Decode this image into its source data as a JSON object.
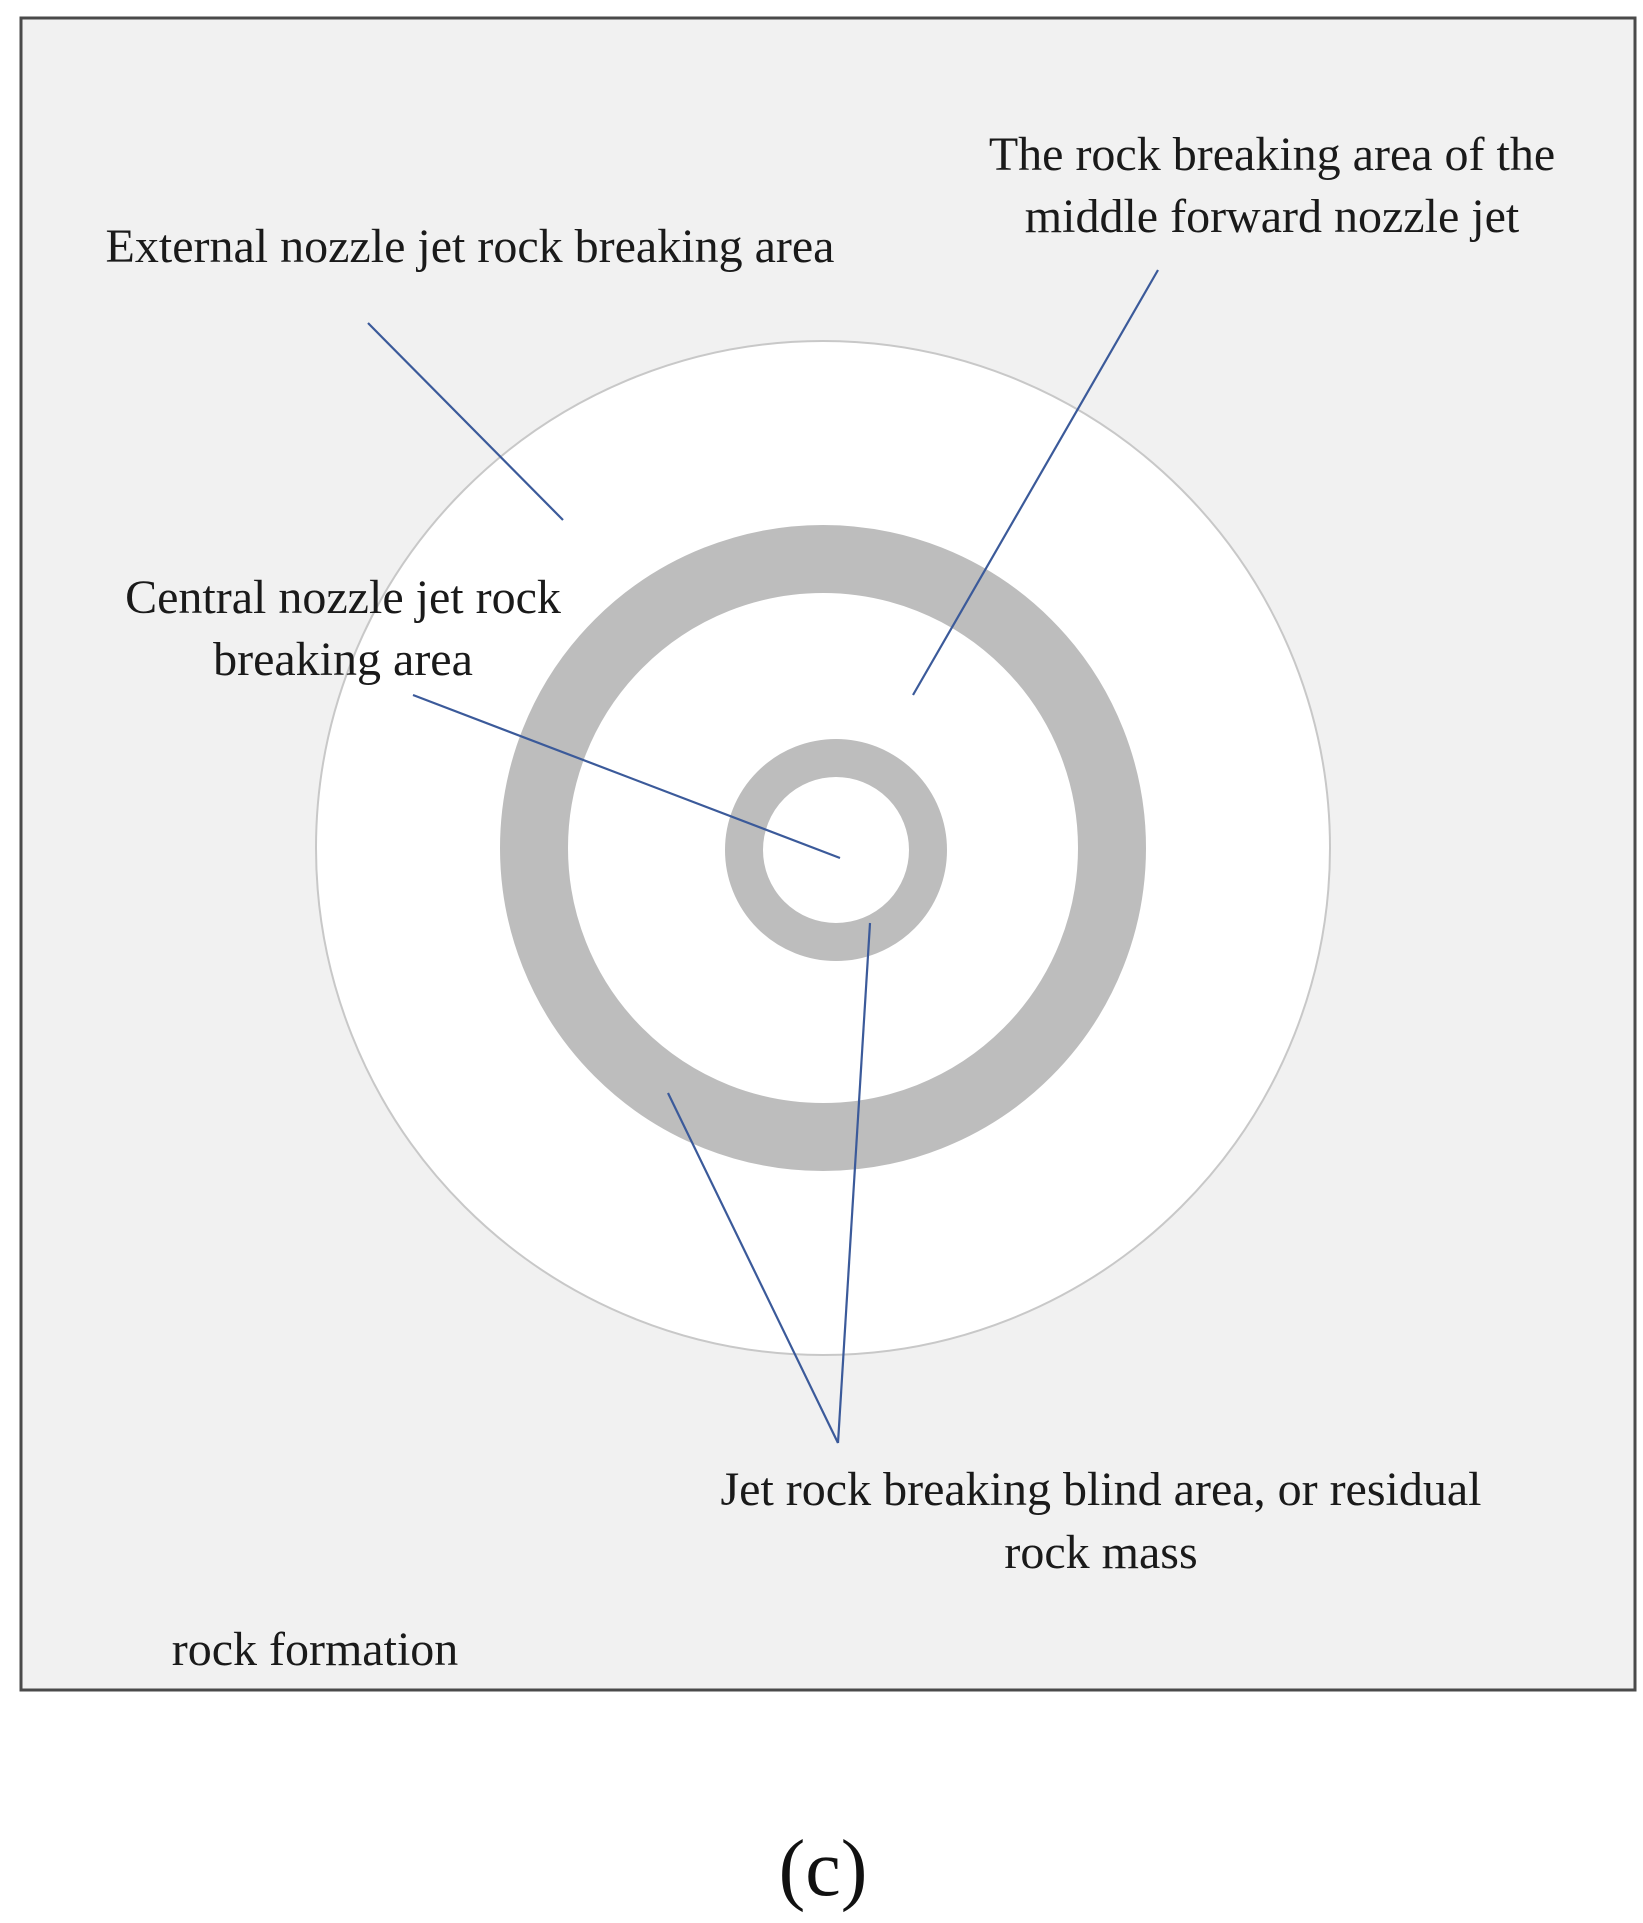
{
  "labels": {
    "middle_line1": "The rock breaking area of the",
    "middle_line2": "middle forward nozzle jet",
    "external": "External nozzle jet rock breaking area",
    "central_line1": "Central nozzle jet rock",
    "central_line2": "breaking area",
    "blind_line1": "Jet rock breaking blind area, or residual",
    "blind_line2": "rock mass",
    "formation": "rock formation"
  },
  "caption": "(c)",
  "colors": {
    "formation_fill": "#f1f1f1",
    "blind_ring": "#bdbdbd",
    "jet_area": "#ffffff",
    "leader_line": "#3b5a9a",
    "border": "#4a4a4a"
  }
}
